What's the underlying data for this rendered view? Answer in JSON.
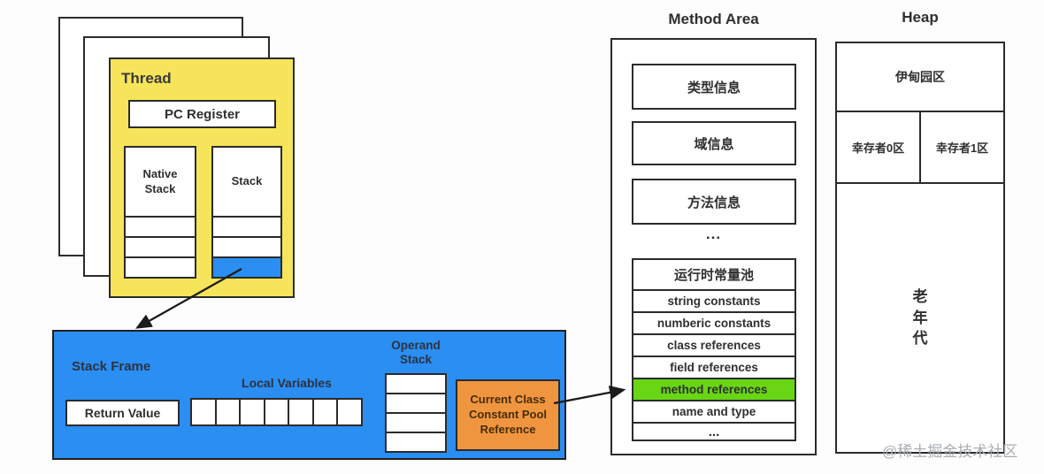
{
  "diagram": {
    "thread": {
      "title": "Thread",
      "pc_register": "PC Register",
      "native_stack": "Native Stack",
      "stack": "Stack",
      "stacked_pages": 3
    },
    "stack_frame": {
      "title": "Stack Frame",
      "return_value": "Return Value",
      "local_variables": "Local Variables",
      "local_variable_cells": 7,
      "operand_stack": "Operand Stack",
      "operand_stack_cells": 4,
      "constant_pool_reference": "Current Class Constant Pool Reference"
    },
    "method_area": {
      "title": "Method Area",
      "type_info": "类型信息",
      "field_info": "域信息",
      "method_info": "方法信息",
      "ellipsis": "...",
      "runtime_pool": {
        "header": "运行时常量池",
        "rows": [
          {
            "label": "string constants",
            "highlight": false
          },
          {
            "label": "numberic constants",
            "highlight": false
          },
          {
            "label": "class references",
            "highlight": false
          },
          {
            "label": "field references",
            "highlight": false
          },
          {
            "label": "method references",
            "highlight": true
          },
          {
            "label": "name and type",
            "highlight": false
          },
          {
            "label": "...",
            "highlight": false
          }
        ]
      }
    },
    "heap": {
      "title": "Heap",
      "eden": "伊甸园区",
      "survivor0": "幸存者0区",
      "survivor1": "幸存者1区",
      "old_generation": "老年代"
    },
    "watermark": "@稀土掘金技术社区",
    "colors": {
      "thread_yellow": "#f6e45a",
      "frame_blue": "#2b8ef2",
      "reference_orange": "#f0953f",
      "highlight_green": "#68d614",
      "border_dark": "#2b2b2b",
      "watermark_gray": "#a9aeb4"
    }
  }
}
